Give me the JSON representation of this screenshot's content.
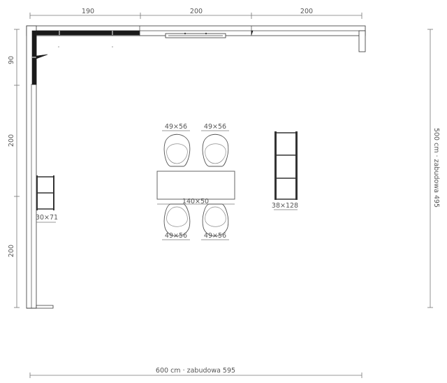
{
  "dimensions": {
    "top_segments": [
      "190",
      "200",
      "200"
    ],
    "left_segments": [
      "90",
      "200",
      "200"
    ],
    "right_total": "500 cm · zabudowa 495",
    "bottom_total": "600 cm · zabudowa 595"
  },
  "furniture": {
    "chair_label": "49×56",
    "table_label": "140×50",
    "wall_shelf_label": "30×71",
    "bookcase_label": "38×128"
  },
  "colors": {
    "background": "#ffffff",
    "line": "#333333",
    "dimension": "#777777"
  }
}
